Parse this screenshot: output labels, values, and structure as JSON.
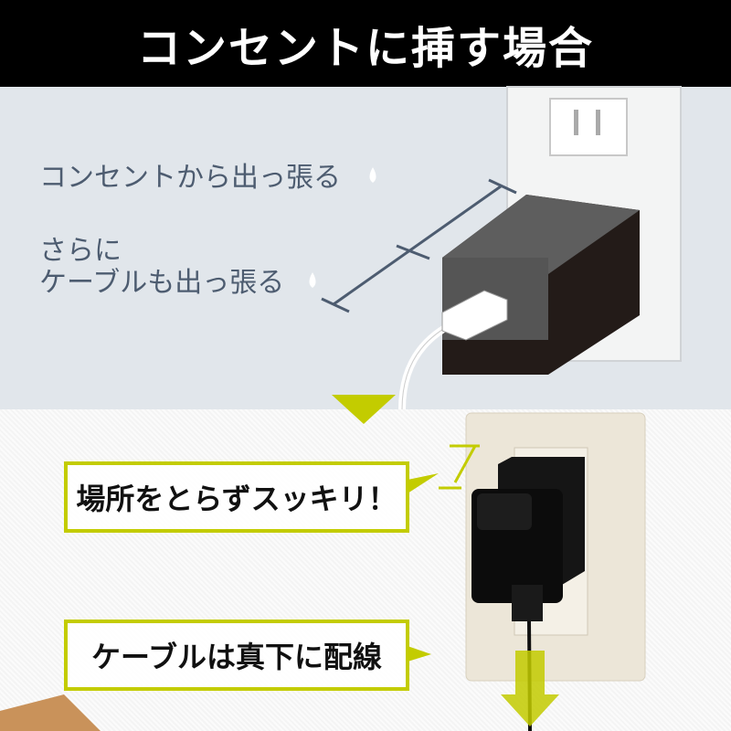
{
  "header": {
    "title": "コンセントに挿す場合"
  },
  "top": {
    "label1": "コンセントから出っ張る",
    "label2_line1": "さらに",
    "label2_line2": "ケーブルも出っ張る"
  },
  "bottom": {
    "callout1": "場所をとらずスッキリ！",
    "callout2": "ケーブルは真下に配線"
  },
  "colors": {
    "accent": "#c3cc00",
    "label": "#4d5c70",
    "header_bg": "#000000"
  }
}
